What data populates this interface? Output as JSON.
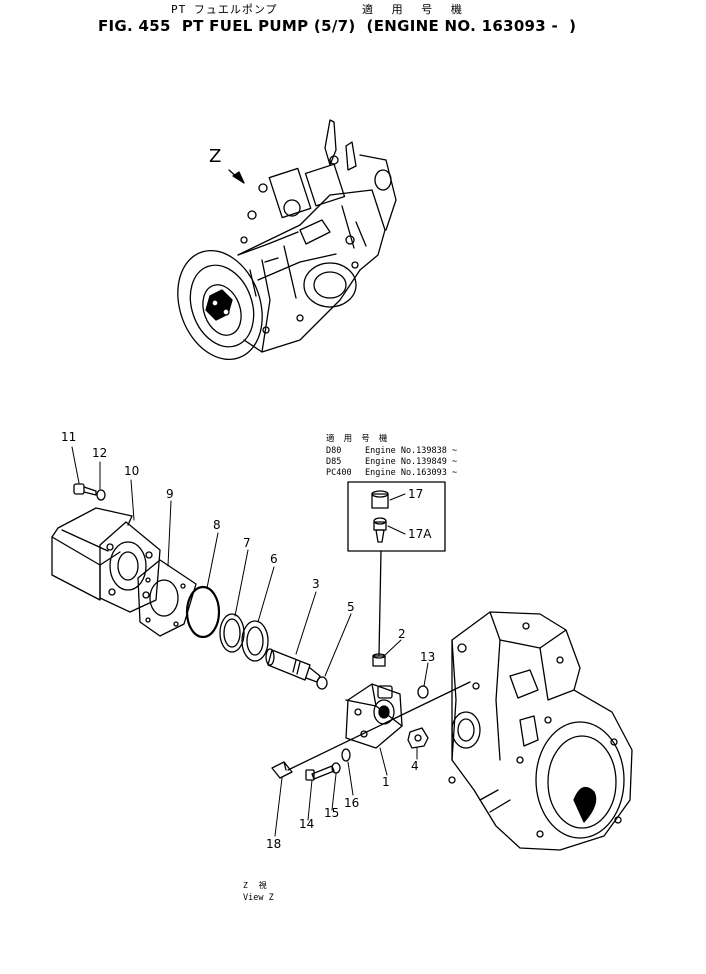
{
  "header": {
    "jp_title": "PT フュエルポンプ",
    "jp_applicable": "適 用 号 機",
    "title": "FIG. 455  PT FUEL PUMP (5/7)  (ENGINE NO. 163093 -  )"
  },
  "view_marker": "Z",
  "applicability_box": {
    "heading": "適 用 号 機",
    "rows": [
      {
        "model": "D80",
        "engine": "Engine No.139838 ~"
      },
      {
        "model": "D85",
        "engine": "Engine No.139849 ~"
      },
      {
        "model": "PC400",
        "engine": "Engine No.163093 ~"
      }
    ],
    "parts": [
      "17",
      "17A"
    ]
  },
  "callouts": [
    "1",
    "2",
    "3",
    "4",
    "5",
    "6",
    "7",
    "8",
    "9",
    "10",
    "11",
    "12",
    "13",
    "14",
    "15",
    "16",
    "18"
  ],
  "view_caption": {
    "jp": "Z 視",
    "en": "View Z"
  }
}
